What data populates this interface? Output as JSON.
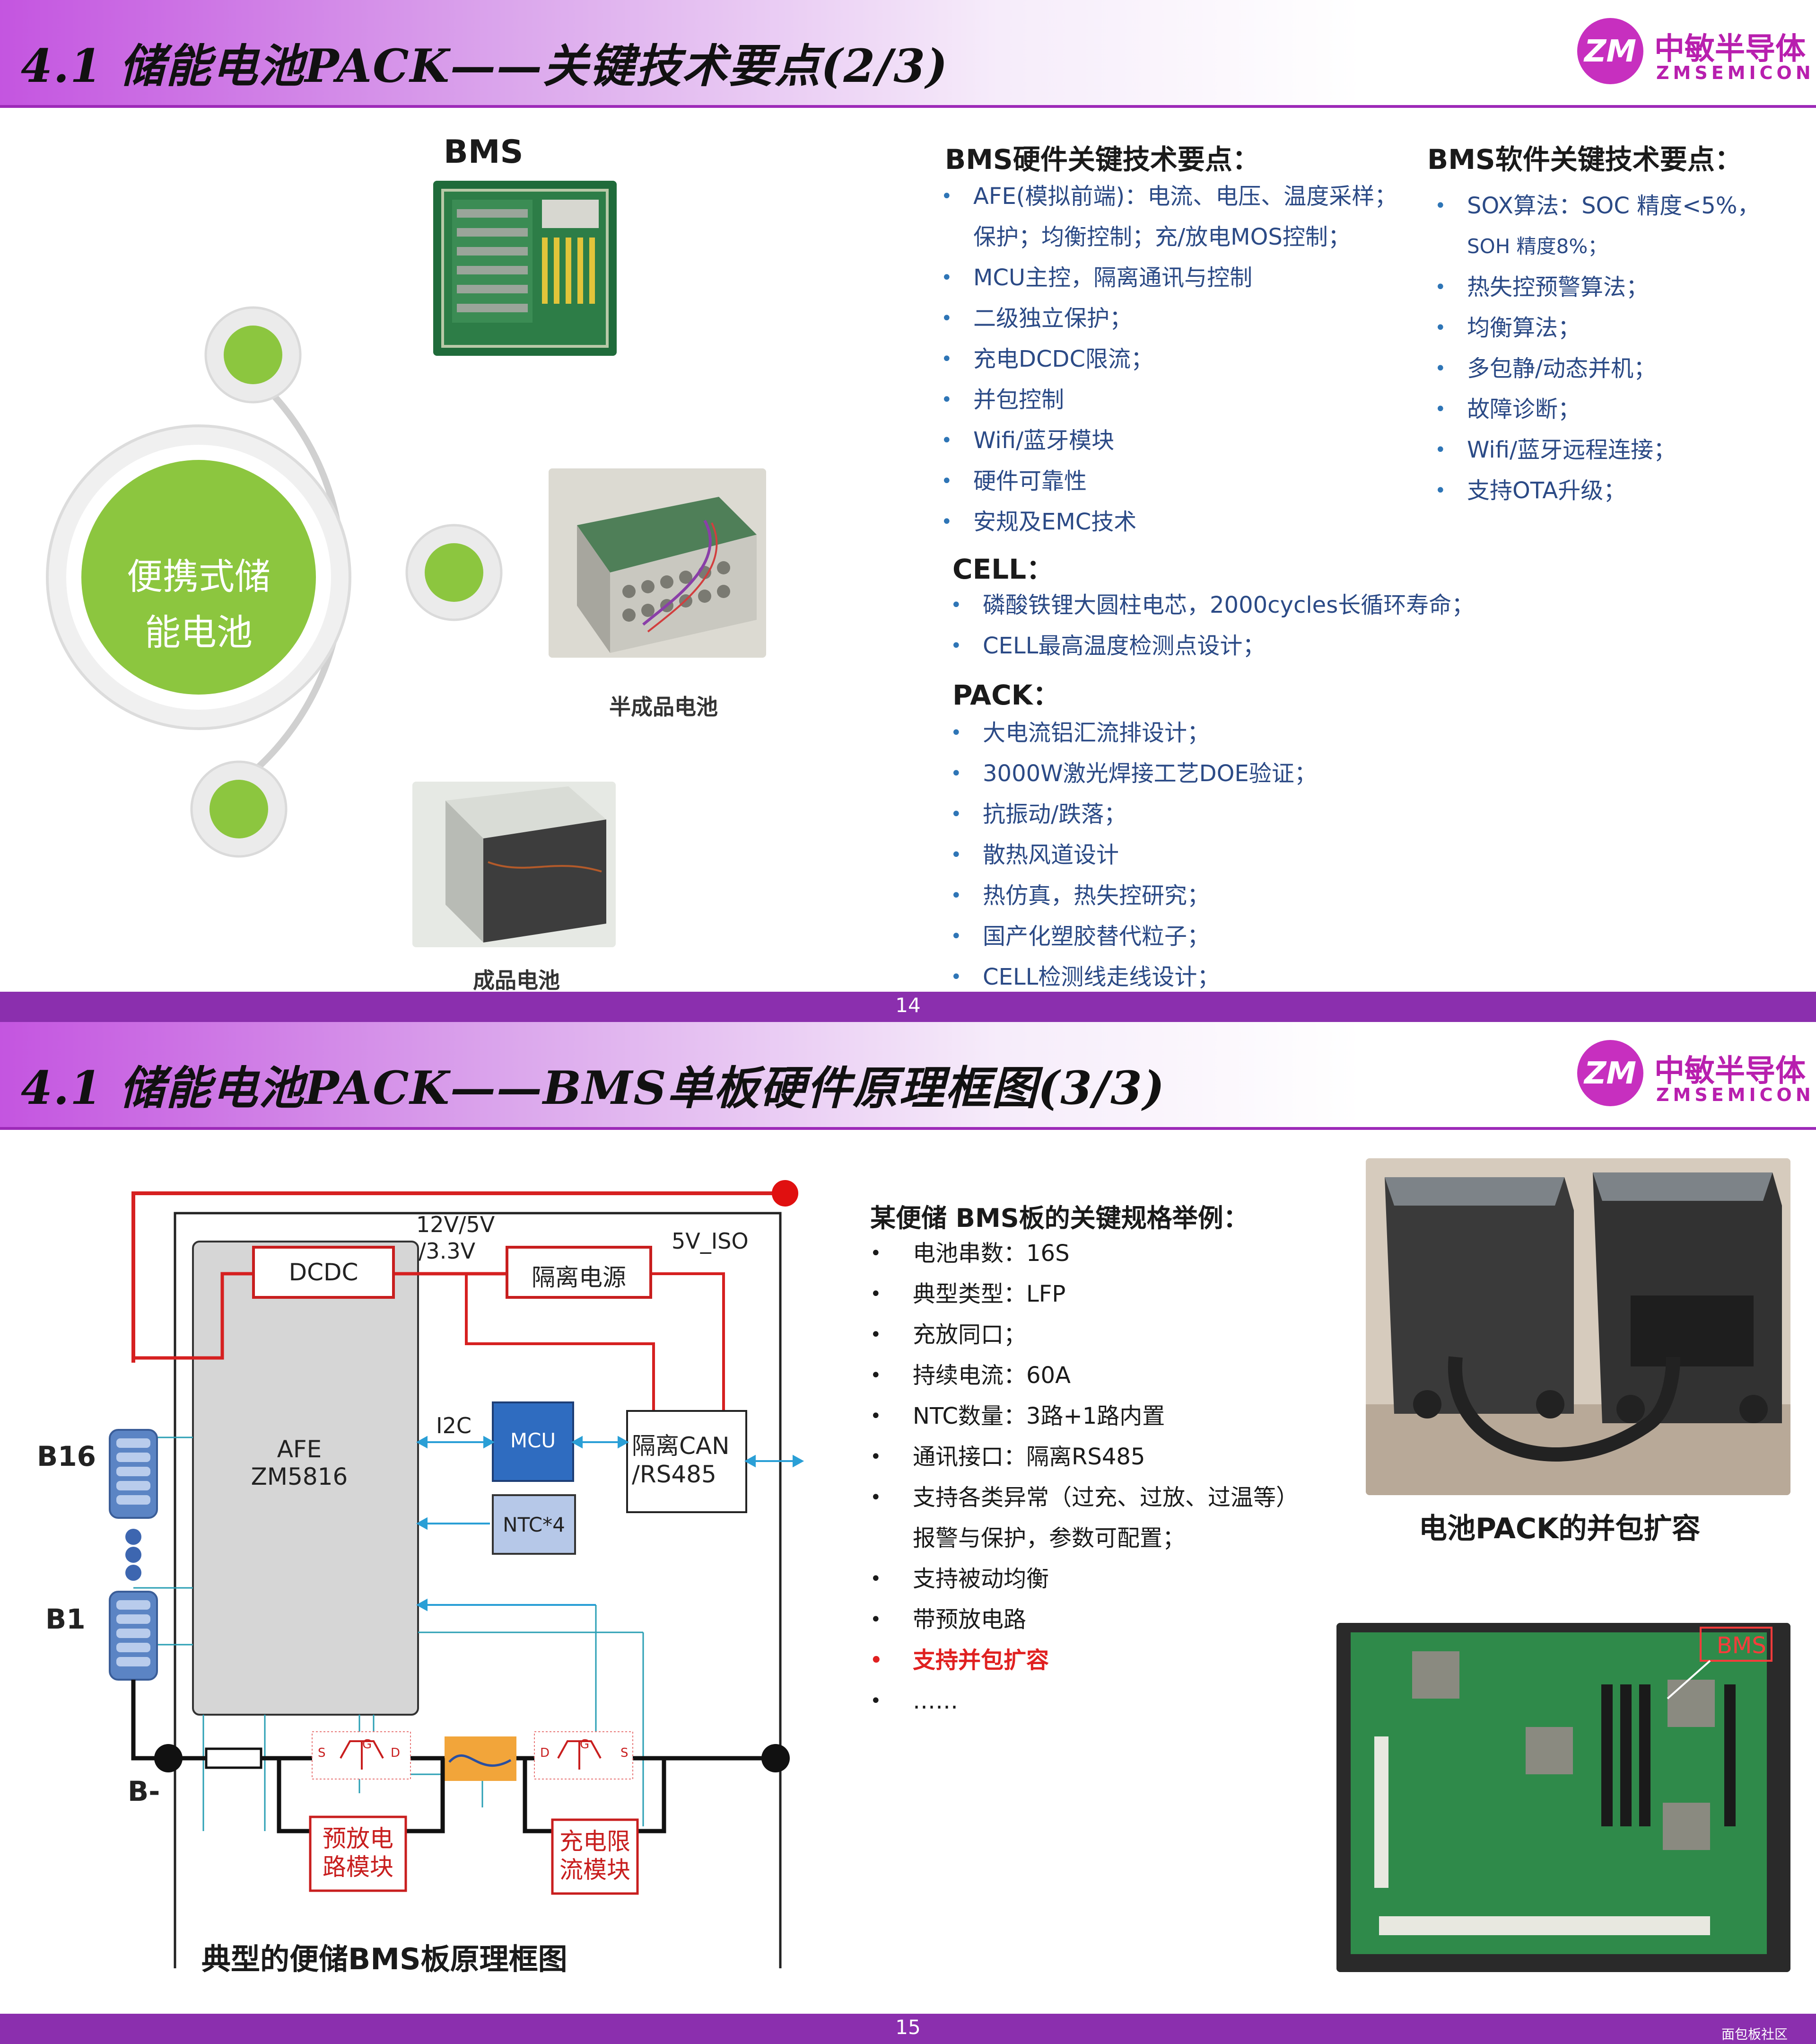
{
  "slide1": {
    "title": "4.1  储能电池PACK——关键技术要点(2/3)",
    "logo": {
      "mark": "ZM",
      "name_cn": "中敏半导体",
      "name_en": "ZMSEMICON"
    },
    "bms_label": "BMS",
    "center_circle_text": "便携式储\n能电池",
    "semi_battery_caption": "半成品电池",
    "finished_battery_caption": "成品电池",
    "hardware": {
      "heading": "BMS硬件关键技术要点：",
      "items": [
        "AFE(模拟前端)：电流、电压、温度采样；",
        "保护；均衡控制；充/放电MOS控制；",
        "MCU主控，隔离通讯与控制",
        "二级独立保护；",
        "充电DCDC限流；",
        "并包控制",
        "Wifi/蓝牙模块",
        "硬件可靠性",
        "安规及EMC技术"
      ]
    },
    "software": {
      "heading": "BMS软件关键技术要点：",
      "items": [
        "SOX算法：SOC 精度<5%，",
        "SOH 精度8%；",
        "热失控预警算法；",
        "均衡算法；",
        "多包静/动态并机；",
        "故障诊断；",
        "Wifi/蓝牙远程连接；",
        "支持OTA升级；"
      ]
    },
    "cell": {
      "heading": "CELL：",
      "items": [
        "磷酸铁锂大圆柱电芯，2000cycles长循环寿命；",
        "CELL最高温度检测点设计；"
      ]
    },
    "pack": {
      "heading": "PACK：",
      "items": [
        "大电流铝汇流排设计；",
        "3000W激光焊接工艺DOE验证；",
        "抗振动/跌落；",
        "散热风道设计",
        "热仿真，热失控研究；",
        "国产化塑胶替代粒子；",
        "CELL检测线走线设计；"
      ]
    },
    "page_number": "14"
  },
  "slide2": {
    "title": "4.1  储能电池PACK——BMS单板硬件原理框图(3/3)",
    "logo": {
      "mark": "ZM",
      "name_cn": "中敏半导体",
      "name_en": "ZMSEMICON"
    },
    "diagram": {
      "dcdc": "DCDC",
      "voltage": "12V/5V\n/3.3V",
      "iso_power": "隔离电源",
      "v5_iso": "5V_ISO",
      "afe": "AFE\nZM5816",
      "i2c": "I2C",
      "mcu": "MCU",
      "can": "隔离CAN\n/RS485",
      "ntc": "NTC*4",
      "b16": "B16",
      "b1": "B1",
      "bminus": "B-",
      "precharge": "预放电\n路模块",
      "charge_limit": "充电限\n流模块",
      "pin_s": "S",
      "pin_g": "G",
      "pin_d": "D"
    },
    "diagram_caption": "典型的便储BMS板原理框图",
    "spec": {
      "heading": "某便储 BMS板的关键规格举例：",
      "items": [
        {
          "text": "电池串数：16S",
          "style": "normal"
        },
        {
          "text": "典型类型：LFP",
          "style": "normal"
        },
        {
          "text": "充放同口；",
          "style": "normal"
        },
        {
          "text": "持续电流：60A",
          "style": "normal"
        },
        {
          "text": "NTC数量：3路+1路内置",
          "style": "normal"
        },
        {
          "text": "通讯接口：隔离RS485",
          "style": "normal"
        },
        {
          "text": "支持各类异常（过充、过放、过温等）",
          "style": "normal"
        },
        {
          "text": "报警与保护，参数可配置；",
          "style": "cont"
        },
        {
          "text": "支持被动均衡",
          "style": "normal"
        },
        {
          "text": "带预放电路",
          "style": "normal"
        },
        {
          "text": "支持并包扩容",
          "style": "red"
        },
        {
          "text": "……",
          "style": "normal"
        }
      ]
    },
    "photo_caption": "电池PACK的并包扩容",
    "board_label": "BMS",
    "page_number": "15",
    "watermark": "面包板社区"
  },
  "colors": {
    "brand": "#b81fae",
    "footer": "#8b2fae",
    "green": "#8cc63f",
    "red": "#e02020",
    "blue_text": "#2b4a86"
  }
}
